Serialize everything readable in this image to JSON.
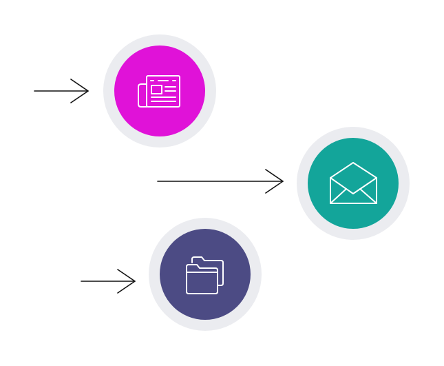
{
  "colors": {
    "ring": "#ebecf0",
    "background": "#ffffff",
    "arrow": "#111111",
    "icon_line": "#ffffff"
  },
  "nodes": [
    {
      "id": "news",
      "icon": "newspaper-icon",
      "fill": "#e012d8"
    },
    {
      "id": "mail",
      "icon": "open-envelope-icon",
      "fill": "#13a59a"
    },
    {
      "id": "folders",
      "icon": "folders-icon",
      "fill": "#4c4b84"
    }
  ],
  "arrows": [
    {
      "to": "news"
    },
    {
      "to": "mail"
    },
    {
      "to": "folders"
    }
  ]
}
